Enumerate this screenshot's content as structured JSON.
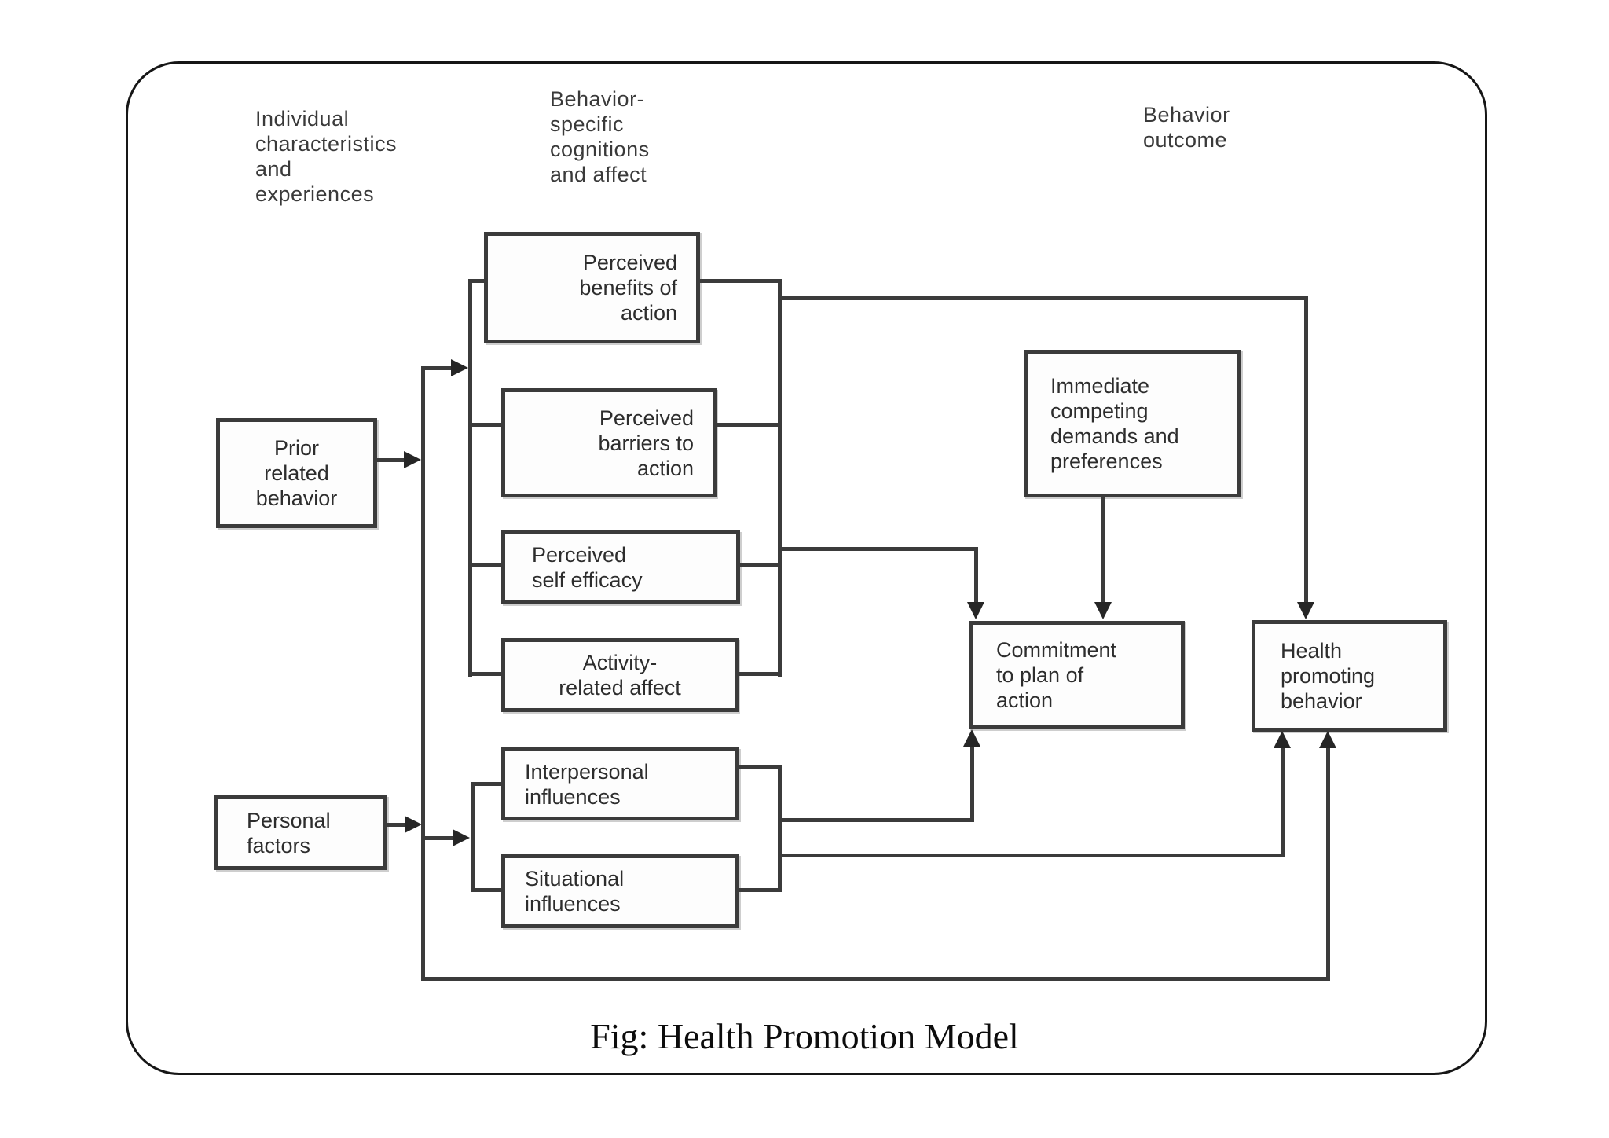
{
  "colors": {
    "line": "#3b3b3b",
    "box_border": "#3b3b3b",
    "arrowhead": "#262626",
    "text": "#2d2d2d",
    "frame": "#161616",
    "background": "#ffffff"
  },
  "headers": {
    "individual": "Individual\ncharacteristics\nand\nexperiences",
    "cognitions": "Behavior-\nspecific\ncognitions\nand affect",
    "outcome": "Behavior\noutcome"
  },
  "boxes": {
    "prior": {
      "label": "Prior\nrelated\nbehavior"
    },
    "personal": {
      "label": "Personal\nfactors"
    },
    "benefits": {
      "label": "Perceived\nbenefits of\naction"
    },
    "barriers": {
      "label": "Perceived\nbarriers to\naction"
    },
    "self_efficacy": {
      "label": "Perceived\nself efficacy"
    },
    "activity": {
      "label": "Activity-\nrelated affect"
    },
    "interpersonal": {
      "label": "Interpersonal\ninfluences"
    },
    "situational": {
      "label": "Situational\ninfluences"
    },
    "immediate": {
      "label": "Immediate\ncompeting\ndemands and\npreferences"
    },
    "commitment": {
      "label": "Commitment\nto plan of\naction"
    },
    "health": {
      "label": "Health\npromoting\nbehavior"
    }
  },
  "caption": "Fig: Health Promotion Model"
}
